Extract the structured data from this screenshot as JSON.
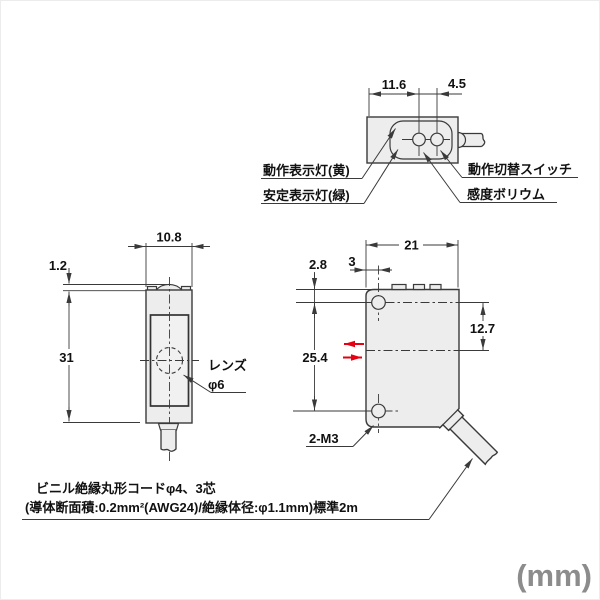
{
  "unit_label": "(mm)",
  "top_view": {
    "dim_left": "11.6",
    "dim_right": "4.5",
    "label_operation_indicator": "動作表示灯(黄)",
    "label_stability_indicator": "安定表示灯(緑)",
    "label_mode_switch": "動作切替スイッチ",
    "label_sensitivity_adjuster": "感度ボリウム"
  },
  "front_view": {
    "dim_width": "10.8",
    "dim_protrusion": "1.2",
    "dim_height": "31",
    "label_lens": "レンズ",
    "label_lens_dia": "φ6"
  },
  "side_view": {
    "dim_width": "21",
    "dim_hole_top": "2.8",
    "dim_hole_side": "3",
    "dim_axis": "12.7",
    "dim_hole_pitch": "25.4",
    "label_holes": "2-M3"
  },
  "cable_note": {
    "line1": "ビニル絶縁丸形コードφ4、3芯",
    "line2": "(導体断面積:0.2mm²(AWG24)/絶縁体径:φ1.1mm)標準2m"
  },
  "colors": {
    "line": "#3a3a3a",
    "body_fill": "#ededed",
    "accent_red": "#e60012",
    "unit_gray": "#8c8c8c"
  }
}
